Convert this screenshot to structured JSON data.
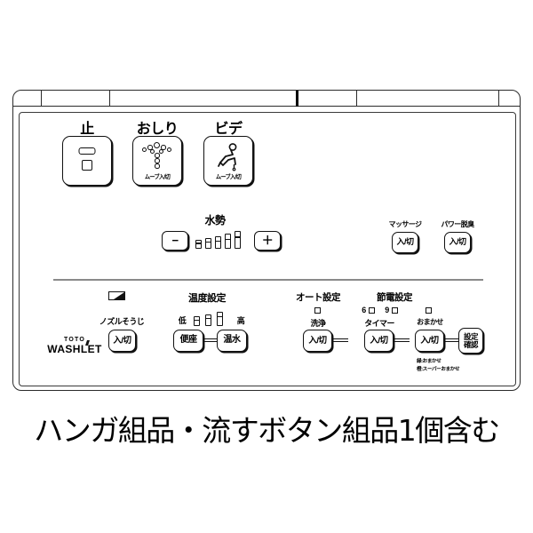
{
  "product": {
    "brand_top": "TOTO",
    "brand_main": "WASHLET",
    "caption": "ハンガ組品・流すボタン組品1個含む"
  },
  "top_row": {
    "stop": {
      "title": "止",
      "icon": "stop-glyph"
    },
    "rear": {
      "title": "おしり",
      "icon": "spray-dots-icon",
      "sub": "ムーブ入/切"
    },
    "bidet": {
      "title": "ビデ",
      "icon": "bidet-person-icon",
      "sub": "ムーブ入/切"
    }
  },
  "water_pressure": {
    "title": "水勢",
    "minus": "−",
    "plus": "＋",
    "levels": 5
  },
  "right_top": {
    "massage": {
      "title": "マッサージ",
      "button": "入/切"
    },
    "deodorize": {
      "title": "パワー脱臭",
      "button": "入/切"
    }
  },
  "nozzle": {
    "title": "ノズルそうじ",
    "button": "入/切",
    "icon": "battery-icon"
  },
  "temperature": {
    "title": "温度設定",
    "low": "低",
    "high": "高",
    "levels": 3,
    "seat_button": "便座",
    "water_button": "温水"
  },
  "auto": {
    "title": "オート設定",
    "wash_label": "洗浄",
    "wash_button": "入/切"
  },
  "eco": {
    "title": "節電設定",
    "timer_label": "タイマー",
    "timer_button": "入/切",
    "timer_6": "6",
    "timer_9": "9",
    "omakase_label": "おまかせ",
    "omakase_button": "入/切",
    "confirm_button_line1": "設定",
    "confirm_button_line2": "確認",
    "note1": "緑:おまかせ",
    "note2": "橙:スーパーおまかせ"
  },
  "colors": {
    "outline": "#111111",
    "panel_border": "#2b2b2b",
    "divider": "#8a8a8a",
    "background": "#ffffff"
  }
}
